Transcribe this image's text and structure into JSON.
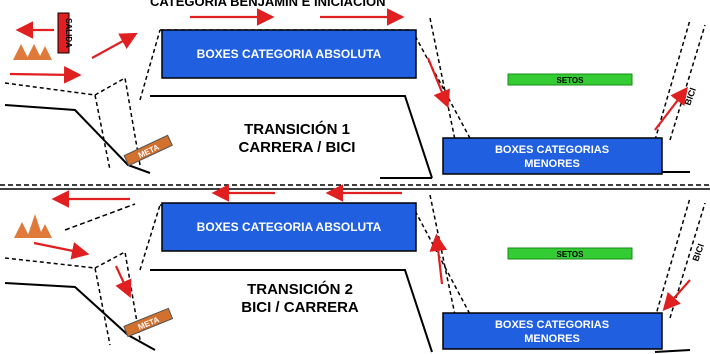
{
  "header": {
    "title": "CATEGORIA BENJAMIN E INICIACION"
  },
  "panel1": {
    "boxes_absoluta": "BOXES CATEGORIA ABSOLUTA",
    "boxes_menores_l1": "BOXES CATEGORIAS",
    "boxes_menores_l2": "MENORES",
    "setos": "SETOS",
    "transition_l1": "TRANSICIÓN 1",
    "transition_l2": "CARRERA / BICI",
    "meta": "META",
    "salida": "SALIDA",
    "bici": "BICI"
  },
  "panel2": {
    "boxes_absoluta": "BOXES CATEGORIA ABSOLUTA",
    "boxes_menores_l1": "BOXES CATEGORIAS",
    "boxes_menores_l2": "MENORES",
    "setos": "SETOS",
    "transition_l1": "TRANSICIÓN 2",
    "transition_l2": "BICI / CARRERA",
    "meta": "META",
    "bici": "BICI"
  },
  "colors": {
    "box_blue": "#1f5fe0",
    "setos_green": "#33cc33",
    "arrow_red": "#e02020",
    "cone_orange": "#e07a3a",
    "meta_orange": "#d2702e"
  }
}
